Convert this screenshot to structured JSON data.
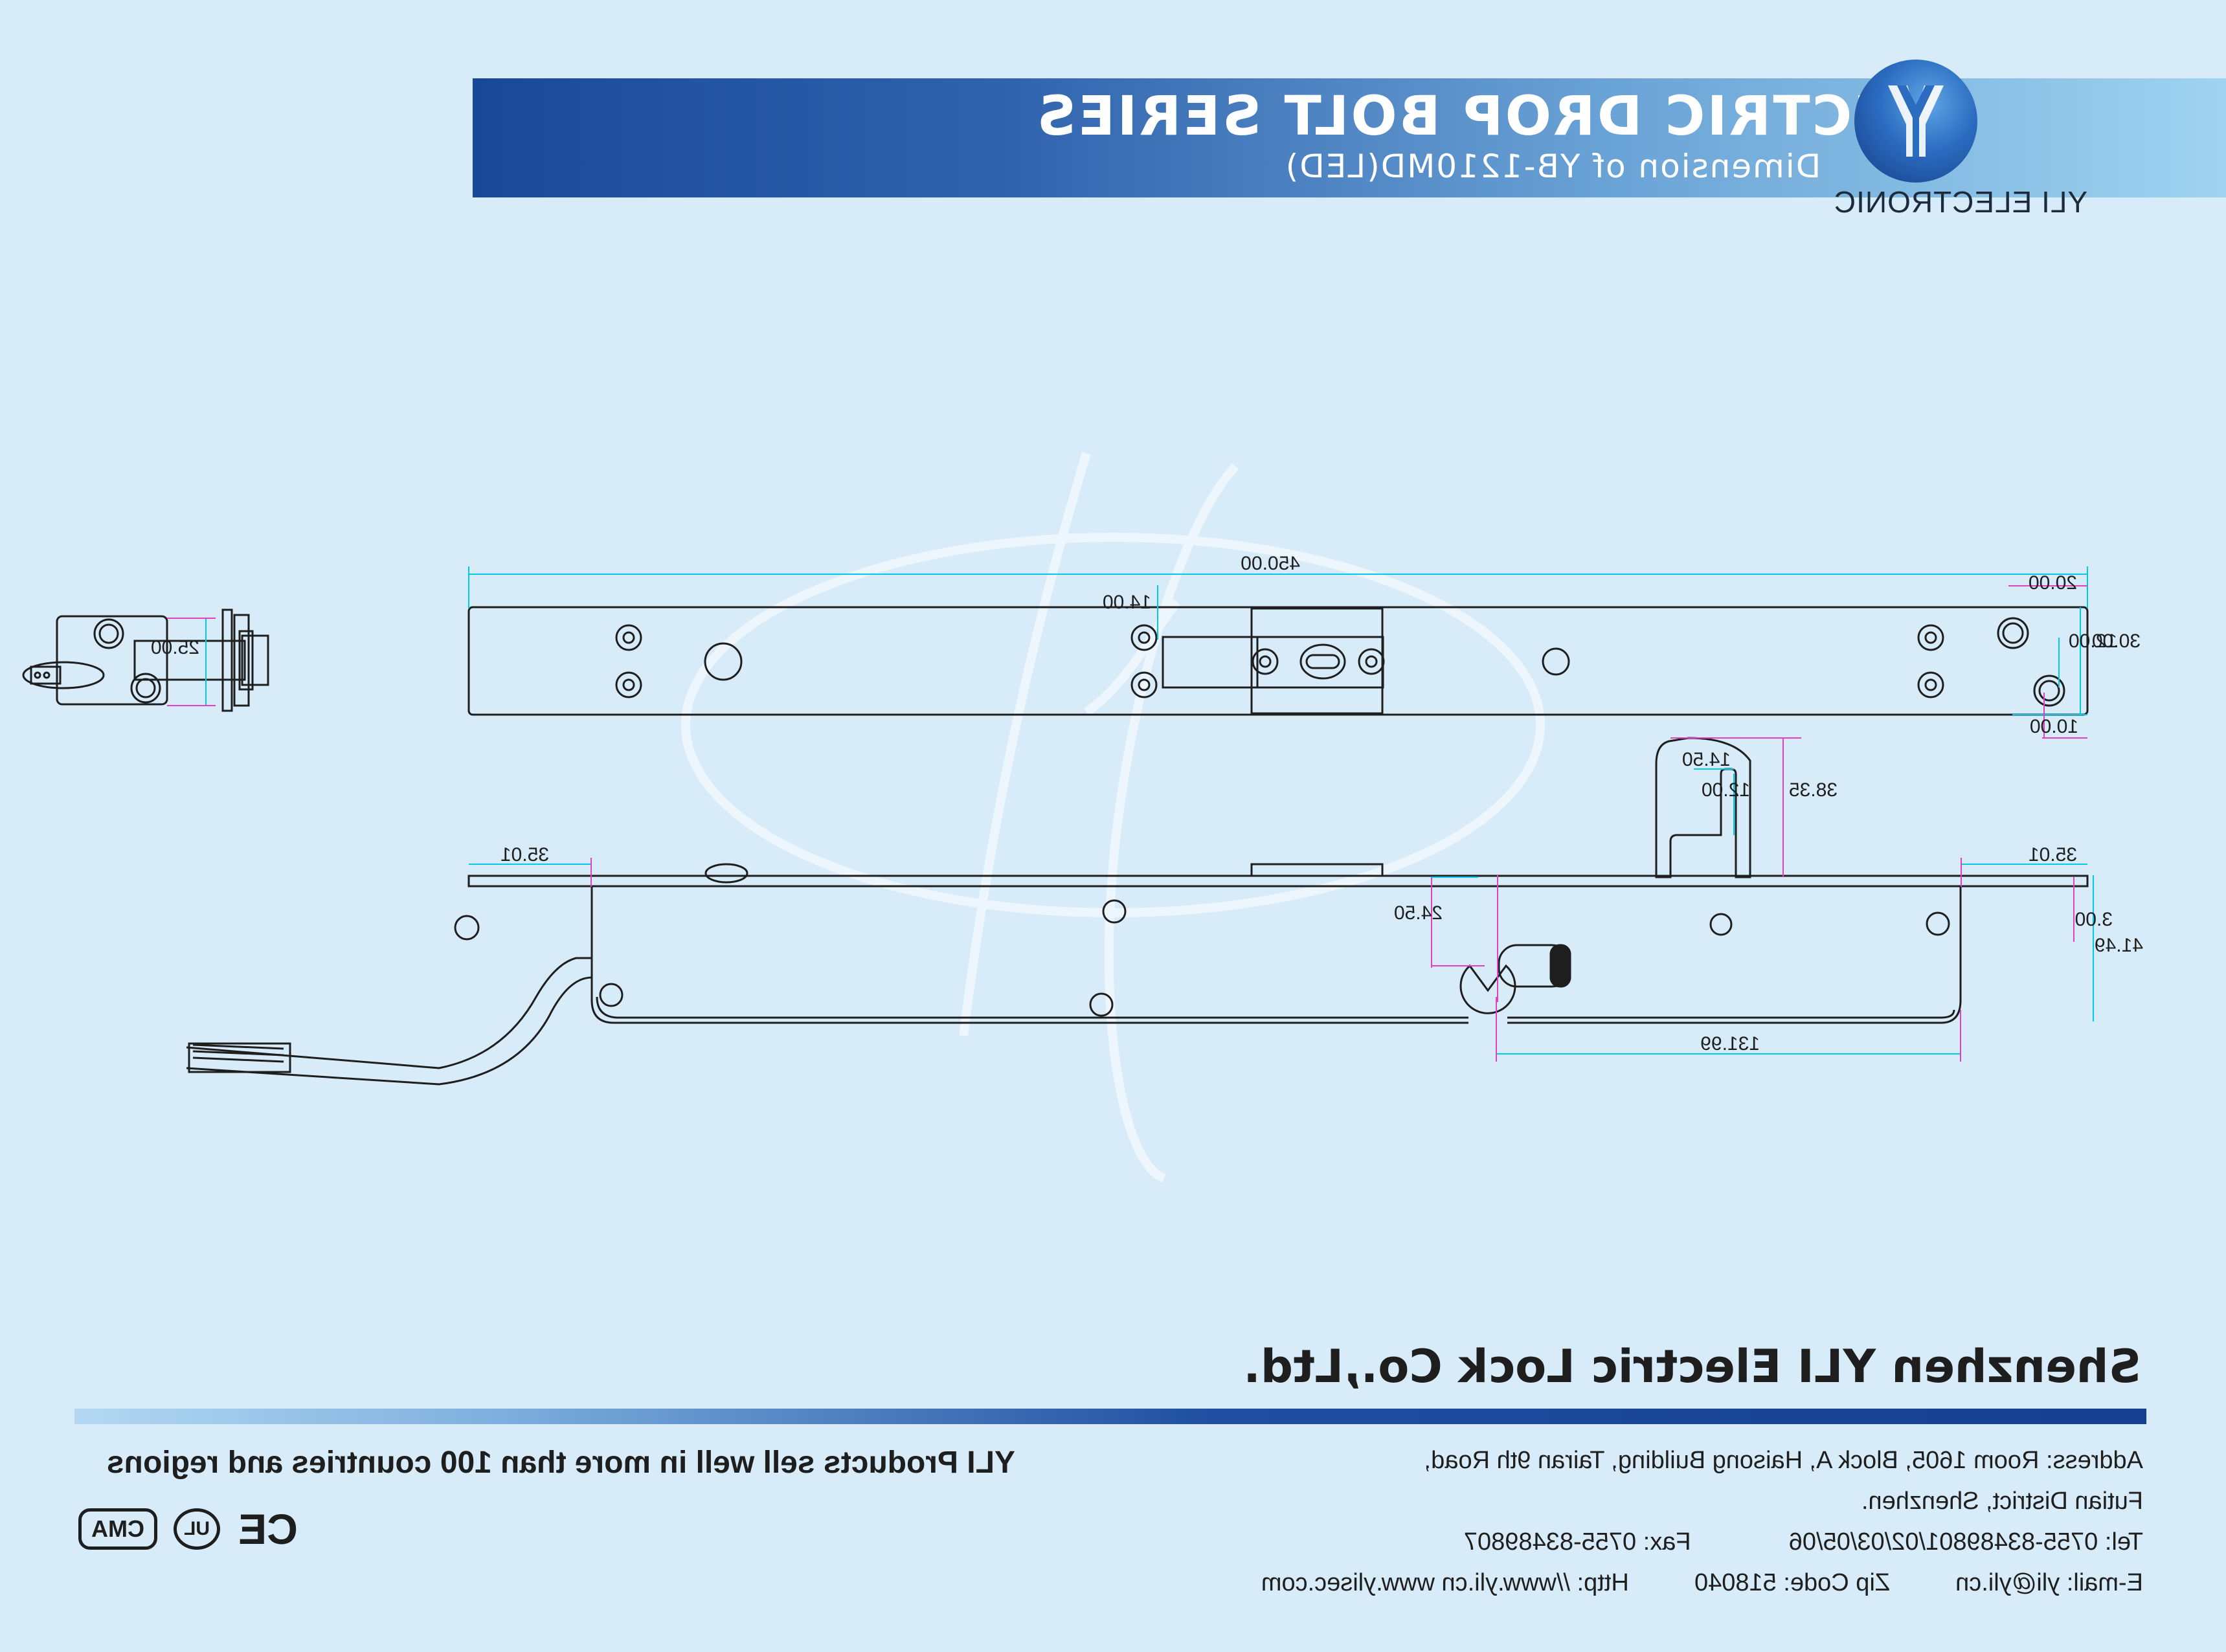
{
  "header": {
    "title": "ELECTRIC DROP BOLT SERIES",
    "subtitle": "Dimension of YB-1210MD(LED)"
  },
  "brand": {
    "logo_text": "YLI ELECTRONIC",
    "watermark": "yli",
    "colors": {
      "primary": "#1a4898",
      "light": "#9fd3f0",
      "background": "#d7ebf8"
    }
  },
  "dimensions": {
    "overall_length": "450.00",
    "top_right_offset": "20.00",
    "slot_height": "14.00",
    "hole_pitch_small": "12.00",
    "plate_width": "30.00",
    "hole_edge_offset": "10.00",
    "side_view_width": "25.00",
    "left_overhang": "35.01",
    "right_overhang": "35.01",
    "strike_width": "14.50",
    "strike_inner": "12.00",
    "strike_height": "38.35",
    "cylinder_offset": "24.50",
    "faceplate_thickness": "3.00",
    "body_depth": "41.49",
    "cylinder_distance": "131.99"
  },
  "footer": {
    "company": "Shenzhen YLI Electric Lock Co.,Ltd.",
    "slogan": "YLI Products sell well in more than 100 countries and regions",
    "address_line1": "Address: Room 1605, Block A, Haisong Building, Tairan 9th Road,",
    "address_line2": "Futian District, Shenzhen.",
    "tel": "Tel: 0755-83489801/02/03/05/06",
    "fax": "Fax: 0755-83489807",
    "email": "E-mail: yli@yli.cn",
    "zip": "Zip Code: 518040",
    "http": "Http: //www.yli.cn   www.ylisec.com",
    "certifications": [
      "CMA",
      "UL",
      "CE"
    ]
  }
}
